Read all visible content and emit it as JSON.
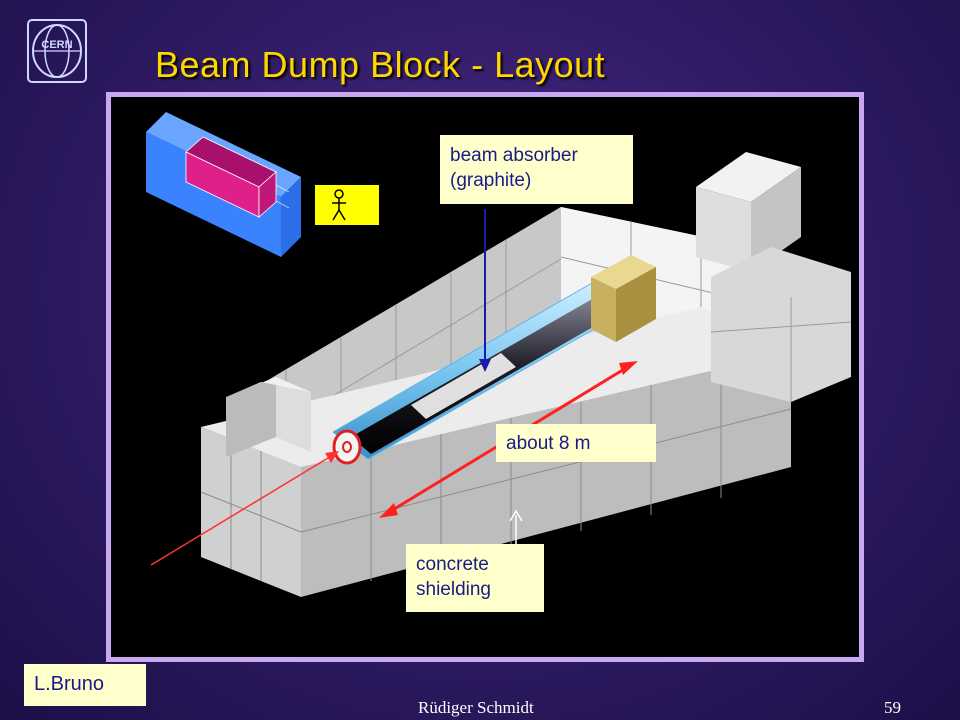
{
  "slide": {
    "title": "Beam Dump Block - Layout",
    "logo_text": "CERN",
    "credit": "L.Bruno",
    "footer_author": "Rüdiger Schmidt",
    "page_number": "59"
  },
  "callouts": {
    "absorber_line1": "beam absorber",
    "absorber_line2": "(graphite)",
    "length": "about 8 m",
    "shielding_line1": "concrete",
    "shielding_line2": "shielding"
  },
  "colors": {
    "title": "#ffd700",
    "callout_bg": "#ffffcc",
    "callout_text": "#1a1a88",
    "frame_border": "#c8a8f0",
    "beam_arrow": "#ff2020",
    "pointer_arrow": "#1a1aaa",
    "inset_box": "#3b82ff",
    "inset_core": "#e0208a",
    "graphite": "#222222",
    "absorber_glass": "#8fd6ff",
    "end_block": "#c8b060"
  }
}
